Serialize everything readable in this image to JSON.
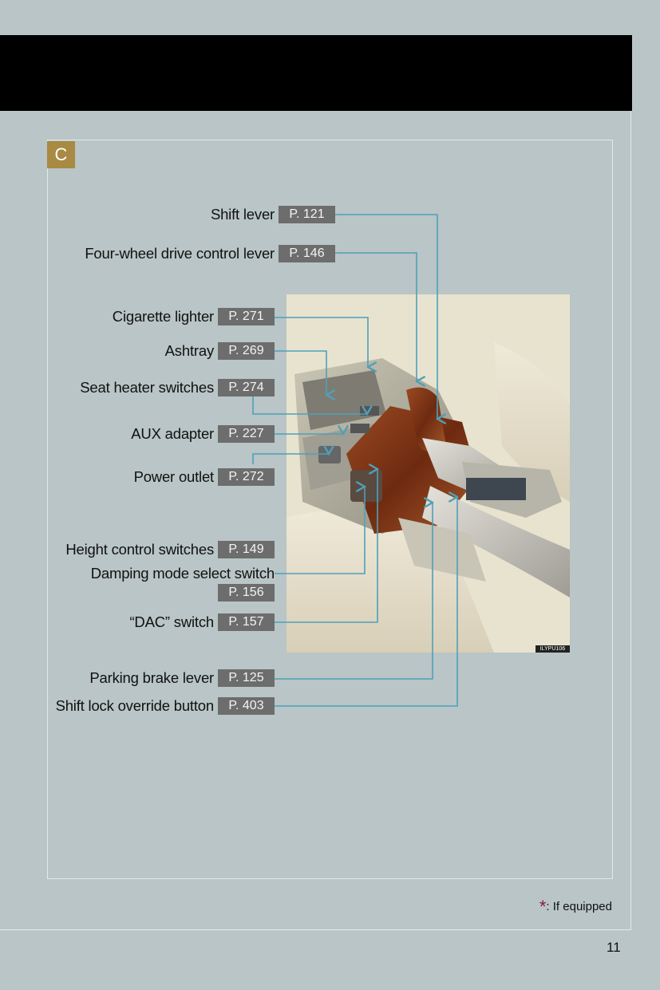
{
  "section": {
    "letter": "C"
  },
  "photo": {
    "code": "ILYPU106"
  },
  "items": [
    {
      "label": "Shift lever",
      "ref": "P. 121"
    },
    {
      "label": "Four-wheel drive control lever",
      "ref": "P. 146"
    },
    {
      "label": "Cigarette lighter",
      "ref": "P. 271"
    },
    {
      "label": "Ashtray",
      "ref": "P. 269"
    },
    {
      "label": "Seat heater switches",
      "ref": "P. 274"
    },
    {
      "label": "AUX adapter",
      "ref": "P. 227"
    },
    {
      "label": "Power outlet",
      "ref": "P. 272"
    },
    {
      "label": "Height control switches",
      "ref": "P. 149"
    },
    {
      "label": "Damping mode select switch",
      "ref": "P. 156"
    },
    {
      "label": "“DAC” switch",
      "ref": "P. 157"
    },
    {
      "label": "Parking brake lever",
      "ref": "P. 125"
    },
    {
      "label": "Shift lock override button",
      "ref": "P. 403"
    }
  ],
  "footnote": {
    "star": "*",
    "text": ": If equipped"
  },
  "page_number": "11",
  "colors": {
    "badge": "#a88a43",
    "ref_box": "#6d6d6d",
    "leader_line": "#4fa0b9",
    "footnote_star": "#8a1a44"
  }
}
